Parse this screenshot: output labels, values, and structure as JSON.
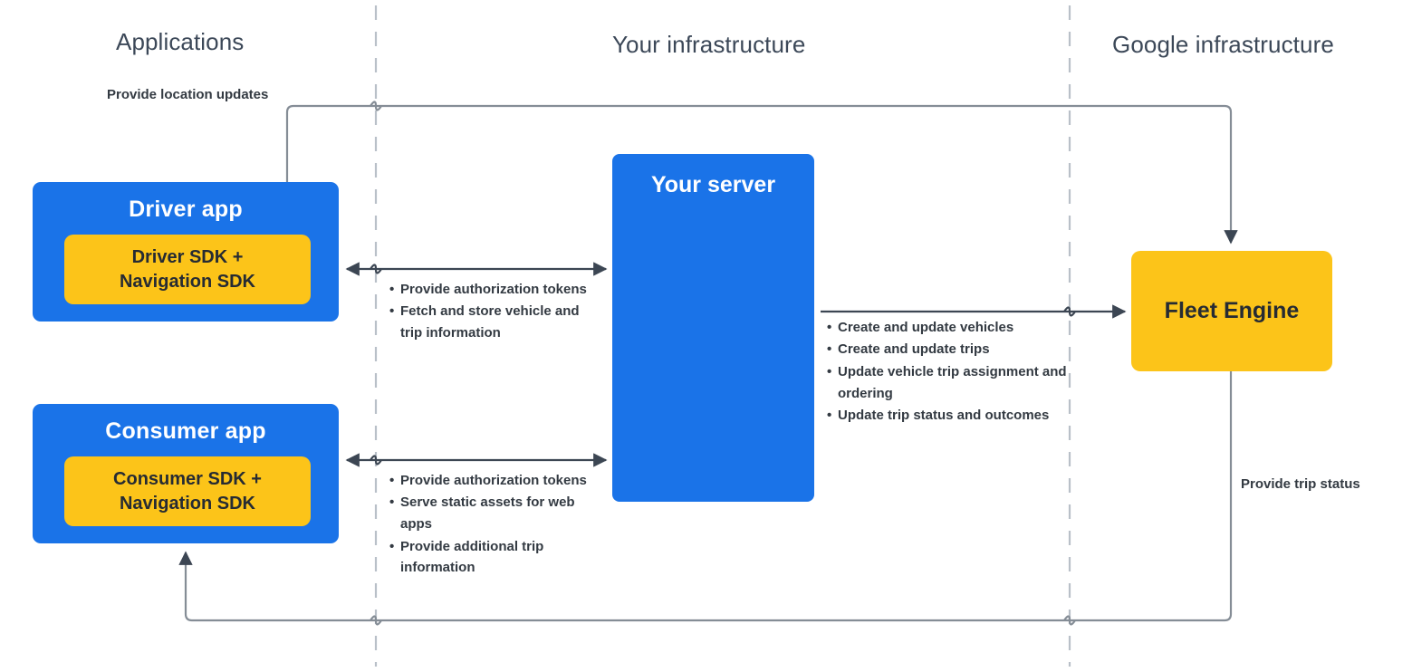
{
  "columns": {
    "applications": "Applications",
    "your_infrastructure": "Your infrastructure",
    "google_infrastructure": "Google infrastructure"
  },
  "nodes": {
    "driver_app": {
      "title": "Driver app",
      "sdk": "Driver SDK +\nNavigation SDK",
      "sdk_line1": "Driver SDK +",
      "sdk_line2": "Navigation SDK"
    },
    "consumer_app": {
      "title": "Consumer app",
      "sdk_line1": "Consumer SDK +",
      "sdk_line2": "Navigation SDK"
    },
    "your_server": {
      "title": "Your server"
    },
    "fleet_engine": {
      "title": "Fleet Engine"
    }
  },
  "edges": {
    "location_updates": "Provide location updates",
    "trip_status": "Provide trip status",
    "driver_to_server": [
      "Provide authorization tokens",
      "Fetch and store vehicle and trip information"
    ],
    "consumer_to_server": [
      "Provide authorization tokens",
      "Serve static assets for web apps",
      "Provide additional trip information"
    ],
    "server_to_fleet": [
      "Create and update vehicles",
      "Create and update trips",
      "Update vehicle trip assignment and ordering",
      "Update trip status and outcomes"
    ]
  },
  "colors": {
    "app_blue": "#1a73e8",
    "sdk_yellow": "#fcc419",
    "fleet_yellow": "#fcc419",
    "text_dark": "#333a42",
    "header_gray": "#3c4858",
    "divider_gray": "#b9c0c8",
    "wire_gray": "#858d96",
    "wire_dark": "#3c4653"
  }
}
